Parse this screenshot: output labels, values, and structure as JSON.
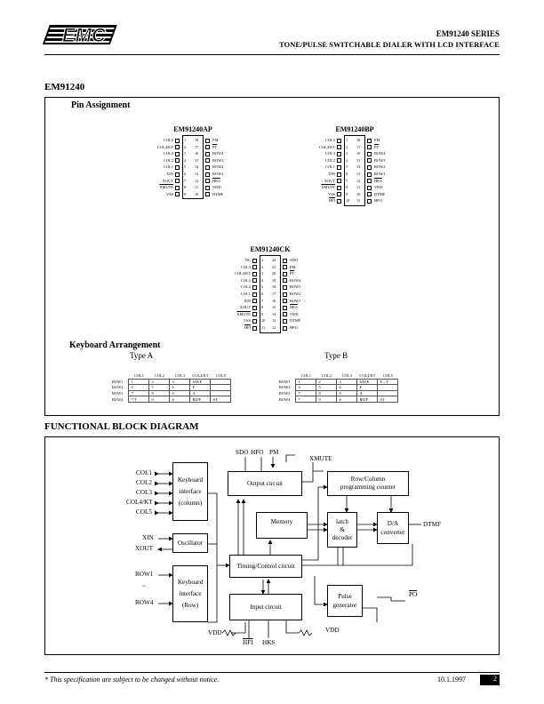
{
  "header": {
    "logo_text": "EMC",
    "series": "EM91240 SERIES",
    "title": "TONE/PULSE SWITCHABLE DIALER WITH LCD INTERFACE"
  },
  "part_name": "EM91240",
  "pin_assignment": {
    "title": "Pin Assignment",
    "chips": [
      {
        "name": "EM91240AP",
        "left": [
          "COL3",
          "COL4/KT",
          "COL3",
          "COL2",
          "COL1",
          "XIN",
          "XOUT",
          "XMUTE",
          "VSS"
        ],
        "left_num": [
          "1",
          "2",
          "3",
          "4",
          "5",
          "6",
          "7",
          "8",
          "9"
        ],
        "right": [
          "PM",
          "PT",
          "ROW4",
          "ROW3",
          "ROW2",
          "ROW1",
          "HKS",
          "VDD",
          "DTMF"
        ],
        "right_num": [
          "18",
          "17",
          "16",
          "15",
          "14",
          "13",
          "12",
          "11",
          "10"
        ]
      },
      {
        "name": "EM91240BP",
        "left": [
          "COL3",
          "COL4/KT",
          "COL3",
          "COL2",
          "COL1",
          "XIN",
          "XOUT",
          "XMUTE",
          "VSS",
          "HFI"
        ],
        "left_num": [
          "1",
          "2",
          "3",
          "4",
          "5",
          "6",
          "7",
          "8",
          "9",
          "10"
        ],
        "right": [
          "PM",
          "PT",
          "ROW4",
          "ROW3",
          "ROW2",
          "ROW1",
          "HKS",
          "VDD",
          "DTMF",
          "HFO"
        ],
        "right_num": [
          "18",
          "17",
          "16",
          "15",
          "14",
          "13",
          "12",
          "11",
          "10",
          "13"
        ]
      },
      {
        "name": "EM91240CK",
        "left": [
          "NC",
          "COL3",
          "COL4/KT",
          "COL3",
          "COL2",
          "COL1",
          "XIN",
          "XOUT",
          "XMUTE",
          "VSS",
          "HFI"
        ],
        "left_num": [
          "1",
          "2",
          "3",
          "4",
          "5",
          "6",
          "7",
          "8",
          "9",
          "10",
          "11"
        ],
        "right": [
          "SDO",
          "PM",
          "PT",
          "ROW4",
          "ROW3",
          "ROW2",
          "ROW1",
          "HKS",
          "VDD",
          "DTMF",
          "HFO"
        ],
        "right_num": [
          "22",
          "21",
          "20",
          "19",
          "18",
          "17",
          "16",
          "15",
          "14",
          "13",
          "12"
        ]
      }
    ]
  },
  "keyboard": {
    "title": "Keyboard Arrangement",
    "type_a": {
      "label": "Type A",
      "headers": [
        "COL1",
        "COL2",
        "COL3",
        "COL4/KT",
        "COL5"
      ],
      "rows": [
        {
          "name": "ROW1",
          "cells": [
            "1",
            "2",
            "3",
            "SAVE",
            ""
          ]
        },
        {
          "name": "ROW2",
          "cells": [
            "4",
            "5",
            "6",
            "F",
            ""
          ]
        },
        {
          "name": "ROW3",
          "cells": [
            "7",
            "8",
            "9",
            "A",
            ""
          ]
        },
        {
          "name": "ROW4",
          "cells": [
            "*/T",
            "0",
            "#",
            "RD/P",
            "ST"
          ]
        }
      ]
    },
    "type_b": {
      "label": "Type B",
      "headers": [
        "COL1",
        "COL2",
        "COL3",
        "COL4/KT",
        "COL5"
      ],
      "rows": [
        {
          "name": "ROW1",
          "cells": [
            "1",
            "2",
            "3",
            "SAVE",
            "P→T"
          ]
        },
        {
          "name": "ROW2",
          "cells": [
            "4",
            "5",
            "6",
            "F",
            ""
          ]
        },
        {
          "name": "ROW3",
          "cells": [
            "7",
            "8",
            "9",
            "A",
            ""
          ]
        },
        {
          "name": "ROW4",
          "cells": [
            "*",
            "0",
            "#",
            "RD/P",
            "ST"
          ]
        }
      ]
    }
  },
  "fbd": {
    "title": "FUNCTIONAL BLOCK DIAGRAM",
    "blocks": {
      "kb_col": [
        "Keyboard",
        "interface",
        "(column)"
      ],
      "osc": "Oscillator",
      "kb_row": [
        "Keyboard",
        "interface",
        "(Row)"
      ],
      "output": "Output circuit",
      "memory": "Memory",
      "latch": [
        "latch",
        "&",
        "decoder"
      ],
      "rowcol": [
        "Row/Column",
        "programming counter"
      ],
      "da": [
        "D/A",
        "converter"
      ],
      "timing": "Timing/Control circuit",
      "input": "Input circuit",
      "pulse": [
        "Pulse",
        "generator"
      ]
    },
    "signals": {
      "col1": "COL1",
      "col2": "COL2",
      "col3": "COL3",
      "col4": "COL4/KT",
      "col5": "COL5",
      "xin": "XIN",
      "xout": "XOUT",
      "row1": "ROW1",
      "tilde": "~",
      "row4": "ROW4",
      "sdo": "SDO",
      "hfo": "HFO",
      "pm": "PM",
      "xmute": "XMUTE",
      "dtmf": "DTMF",
      "po": "PO",
      "vdd_left": "VDD",
      "vdd_right": "VDD",
      "hfi": "HFI",
      "hks": "HKS"
    }
  },
  "footer": {
    "note": "* This specification are subject to be changed without notice.",
    "date": "10.1.1997",
    "page": "2"
  }
}
